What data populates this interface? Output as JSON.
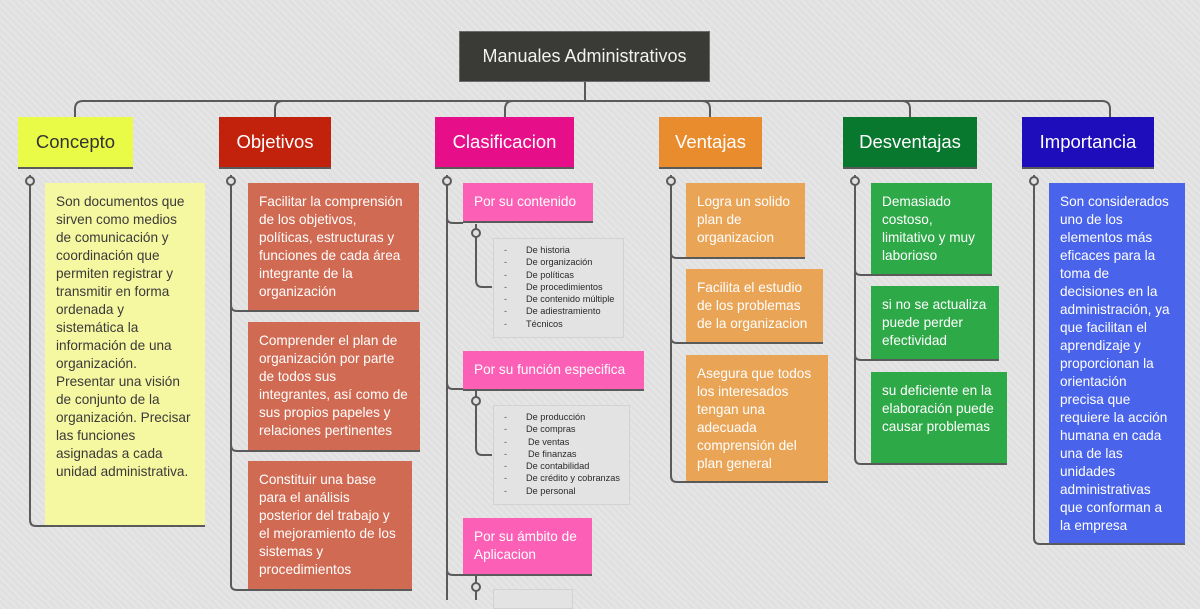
{
  "root": {
    "title": "Manuales Administrativos"
  },
  "colors": {
    "root_bg": "#3a3a36",
    "concepto": "#e9fb46",
    "concepto_card": "#f6f7a1",
    "objetivos": "#c2210c",
    "objetivos_card": "#d06a52",
    "clasificacion": "#e70e8a",
    "clasificacion_sub": "#fb60b6",
    "ventajas": "#e98c2d",
    "ventajas_card": "#e9a456",
    "desventajas": "#07782e",
    "desventajas_card": "#2ea948",
    "importancia": "#1e0dbb",
    "importancia_card": "#4963ea"
  },
  "branches": {
    "concepto": {
      "label": "Concepto",
      "cards": [
        "Son documentos que sirven como medios de comunicación y coordinación que permiten registrar y transmitir en forma ordenada y sistemática la información de una organización. Presentar una visión de conjunto de la organización. Precisar las funciones asignadas a cada unidad administrativa."
      ]
    },
    "objetivos": {
      "label": "Objetivos",
      "cards": [
        "Facilitar la comprensión de los objetivos, políticas, estructuras y funciones de cada área integrante de la organización",
        "Comprender el plan de organización por parte de todos sus integrantes, así como de sus propios papeles y relaciones pertinentes",
        "Constituir una base para el análisis posterior del trabajo y el mejoramiento de los sistemas y procedimientos"
      ]
    },
    "clasificacion": {
      "label": "Clasificacion",
      "subs": [
        {
          "label": "Por su contenido",
          "items": [
            "De historia",
            "De organización",
            "De políticas",
            "De procedimientos",
            "De contenido múltiple",
            "De adiestramiento",
            "Técnicos"
          ]
        },
        {
          "label": "Por su función especifica",
          "items": [
            "De producción",
            "De compras",
            "De ventas",
            "De finanzas",
            "De contabilidad",
            "De crédito y cobranzas",
            "De personal"
          ]
        },
        {
          "label": "Por su ámbito de Aplicacion",
          "items": []
        }
      ]
    },
    "ventajas": {
      "label": "Ventajas",
      "cards": [
        "Logra un solido plan de organizacion",
        "Facilita el estudio de los problemas de la organizacion",
        "Asegura que todos los interesados tengan una adecuada comprensión del plan general"
      ]
    },
    "desventajas": {
      "label": "Desventajas",
      "cards": [
        "Demasiado costoso, limitativo y muy laborioso",
        "si no se actualiza puede perder efectividad",
        "su deficiente en la elaboración puede causar problemas"
      ]
    },
    "importancia": {
      "label": "Importancia",
      "cards": [
        "Son considerados uno de los elementos más eficaces para la toma de decisiones en la administración, ya que facilitan el aprendizaje y proporcionan la orientación precisa que requiere la acción humana en cada una de las unidades administrativas que conforman a la empresa"
      ]
    }
  },
  "list_dash": "-"
}
